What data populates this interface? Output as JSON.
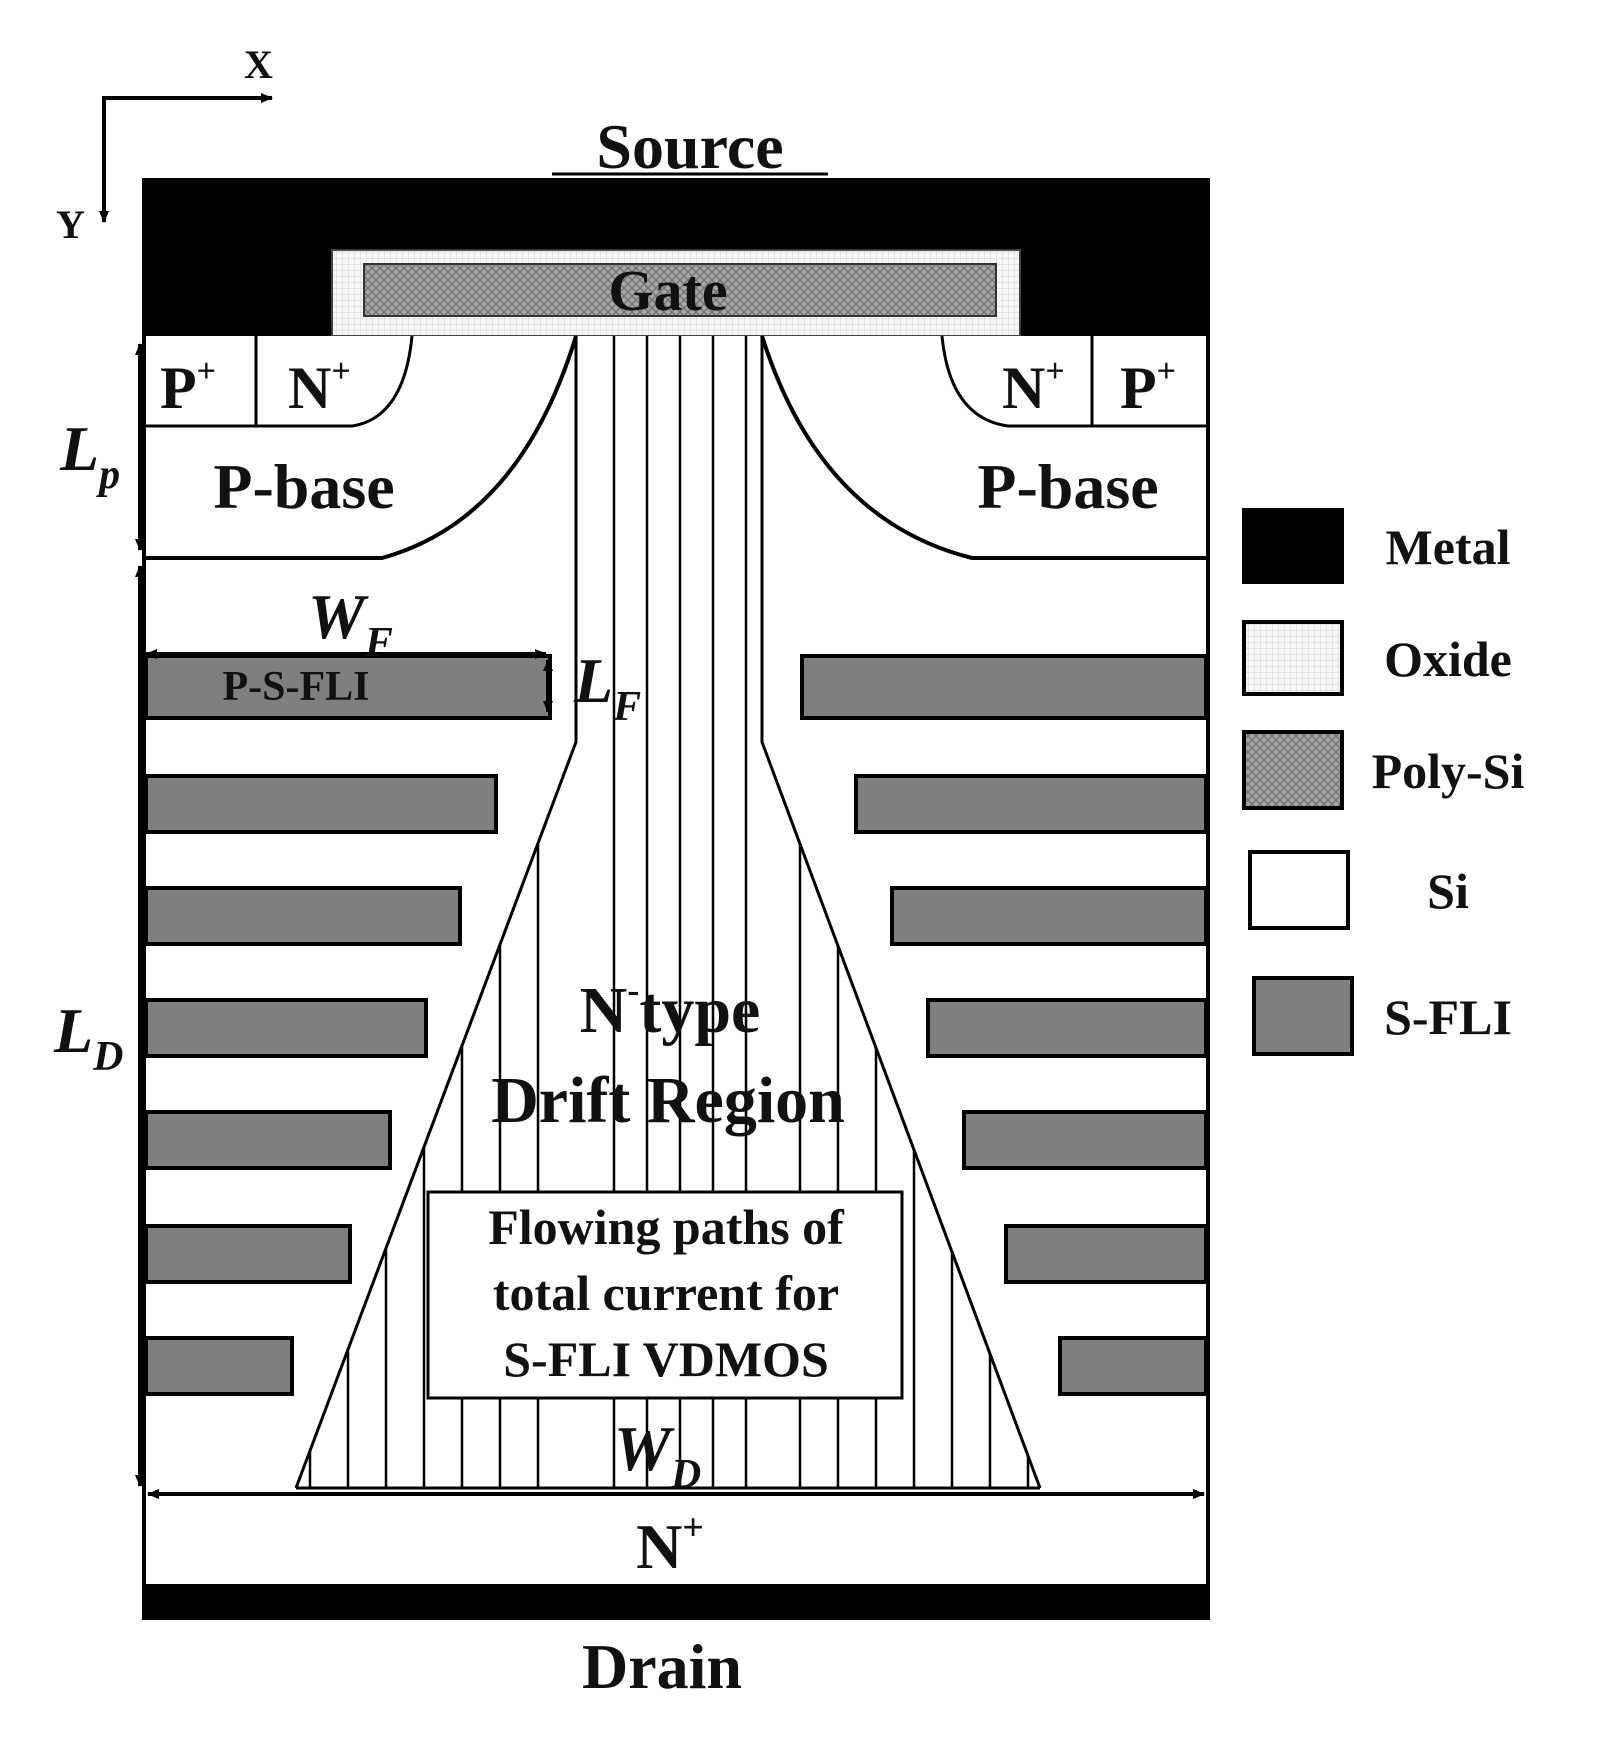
{
  "axes": {
    "x": "X",
    "y": "Y"
  },
  "terminals": {
    "source": "Source",
    "gate": "Gate",
    "drain": "Drain"
  },
  "regions": {
    "p_left": "P",
    "p_left_sup": "+",
    "n_plus_left": "N",
    "n_plus_left_sup": "+",
    "n_plus_right": "N",
    "n_plus_right_sup": "+",
    "p_plus_right": "P",
    "p_plus_right_sup": "+",
    "p_base_left": "P-base",
    "p_base_right": "P-base",
    "p_s_fli": "P-S-FLI",
    "drift_line1_main": "N",
    "drift_line1_sup": "-",
    "drift_line1_rest": "type",
    "drift_line2": "Drift Region",
    "substrate": "N",
    "substrate_sup": "+"
  },
  "dimensions": {
    "lp": "L",
    "lp_sub": "p",
    "ld": "L",
    "ld_sub": "D",
    "wf": "W",
    "wf_sub": "F",
    "lf": "L",
    "lf_sub": "F",
    "wd": "W",
    "wd_sub": "D"
  },
  "annotation": [
    "Flowing paths of",
    "total current for",
    "S-FLI VDMOS"
  ],
  "legend": [
    {
      "label": "Metal",
      "fill": "#000000"
    },
    {
      "label": "Oxide",
      "fill": "oxide"
    },
    {
      "label": "Poly-Si",
      "fill": "poly"
    },
    {
      "label": "Si",
      "fill": "#ffffff"
    },
    {
      "label": "S-FLI",
      "fill": "#7f7f7f"
    }
  ],
  "colors": {
    "metal": "#000000",
    "s_fli": "#7f7f7f",
    "si": "#ffffff",
    "poly": "#9a9a9a",
    "oxide": "#f2f2f2"
  }
}
